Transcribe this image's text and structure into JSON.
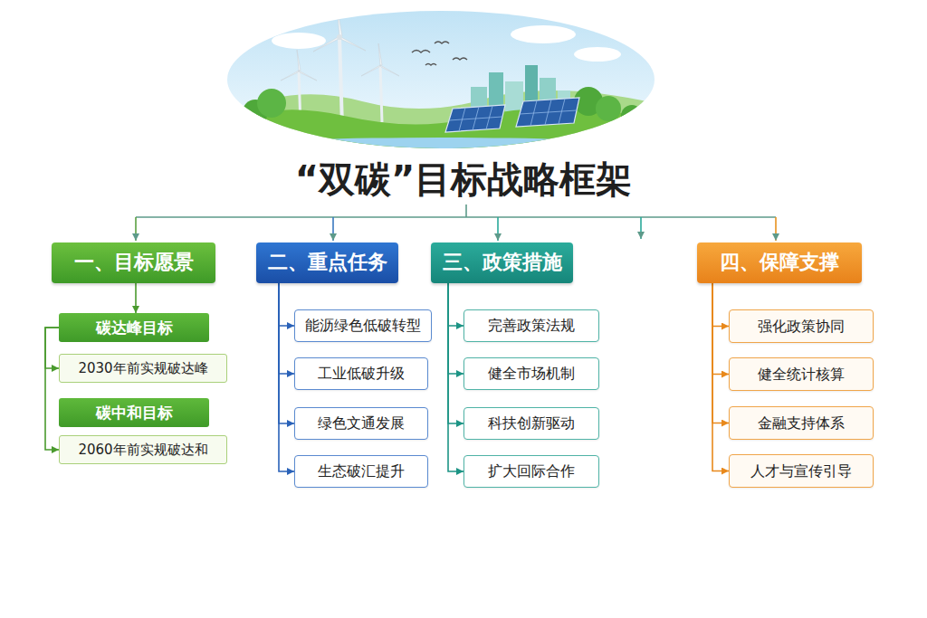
{
  "diagram": {
    "title": "“双碳”目标战略框架",
    "nodes": [
      {
        "text": [
          "一、目标愿景"
        ]
      },
      {
        "text": [
          "碳达峰目标"
        ]
      },
      {
        "text": [
          "2030年前实规破达峰"
        ]
      },
      {
        "text": [
          "碳中和目标"
        ]
      },
      {
        "text": [
          "2060年前实规破达和"
        ]
      },
      {
        "text": [
          "二、重点任务"
        ]
      },
      {
        "text": [
          "能沥绿色低破转型"
        ]
      },
      {
        "text": [
          "工业低破升级"
        ]
      },
      {
        "text": [
          "绿色文通发展"
        ]
      },
      {
        "text": [
          "生态破汇提升"
        ]
      },
      {
        "text": [
          "三、政策措施"
        ]
      },
      {
        "text": [
          "完善政策法规"
        ]
      },
      {
        "text": [
          "健全市场机制"
        ]
      },
      {
        "text": [
          "科扶创新驱动"
        ]
      },
      {
        "text": [
          "扩大回际合作"
        ]
      },
      {
        "text": [
          "四、保障支撑"
        ]
      },
      {
        "text": [
          "强化政策协同"
        ]
      },
      {
        "text": [
          "健全统计核算"
        ]
      },
      {
        "text": [
          "金融支持体系"
        ]
      },
      {
        "text": [
          "人才与宣传引导"
        ]
      }
    ],
    "edges": [
      {
        "from": 0,
        "to": 1,
        "arrow": "to"
      },
      {
        "from": 1,
        "to": 2,
        "arrow": "to"
      },
      {
        "from": 1,
        "to": 4,
        "arrow": "to"
      },
      {
        "from": 5,
        "to": 6,
        "arrow": "to"
      },
      {
        "from": 5,
        "to": 7,
        "arrow": "to"
      },
      {
        "from": 5,
        "to": 8,
        "arrow": "to"
      },
      {
        "from": 5,
        "to": 9,
        "arrow": "to"
      },
      {
        "from": 10,
        "to": 11,
        "arrow": "to"
      },
      {
        "from": 10,
        "to": 12,
        "arrow": "to"
      },
      {
        "from": 10,
        "to": 13,
        "arrow": "to"
      },
      {
        "from": 10,
        "to": 14,
        "arrow": "to"
      },
      {
        "from": 15,
        "to": 16,
        "arrow": "to"
      },
      {
        "from": 15,
        "to": 17,
        "arrow": "to"
      },
      {
        "from": 15,
        "to": 18,
        "arrow": "to"
      },
      {
        "from": 15,
        "to": 19,
        "arrow": "to"
      }
    ]
  }
}
